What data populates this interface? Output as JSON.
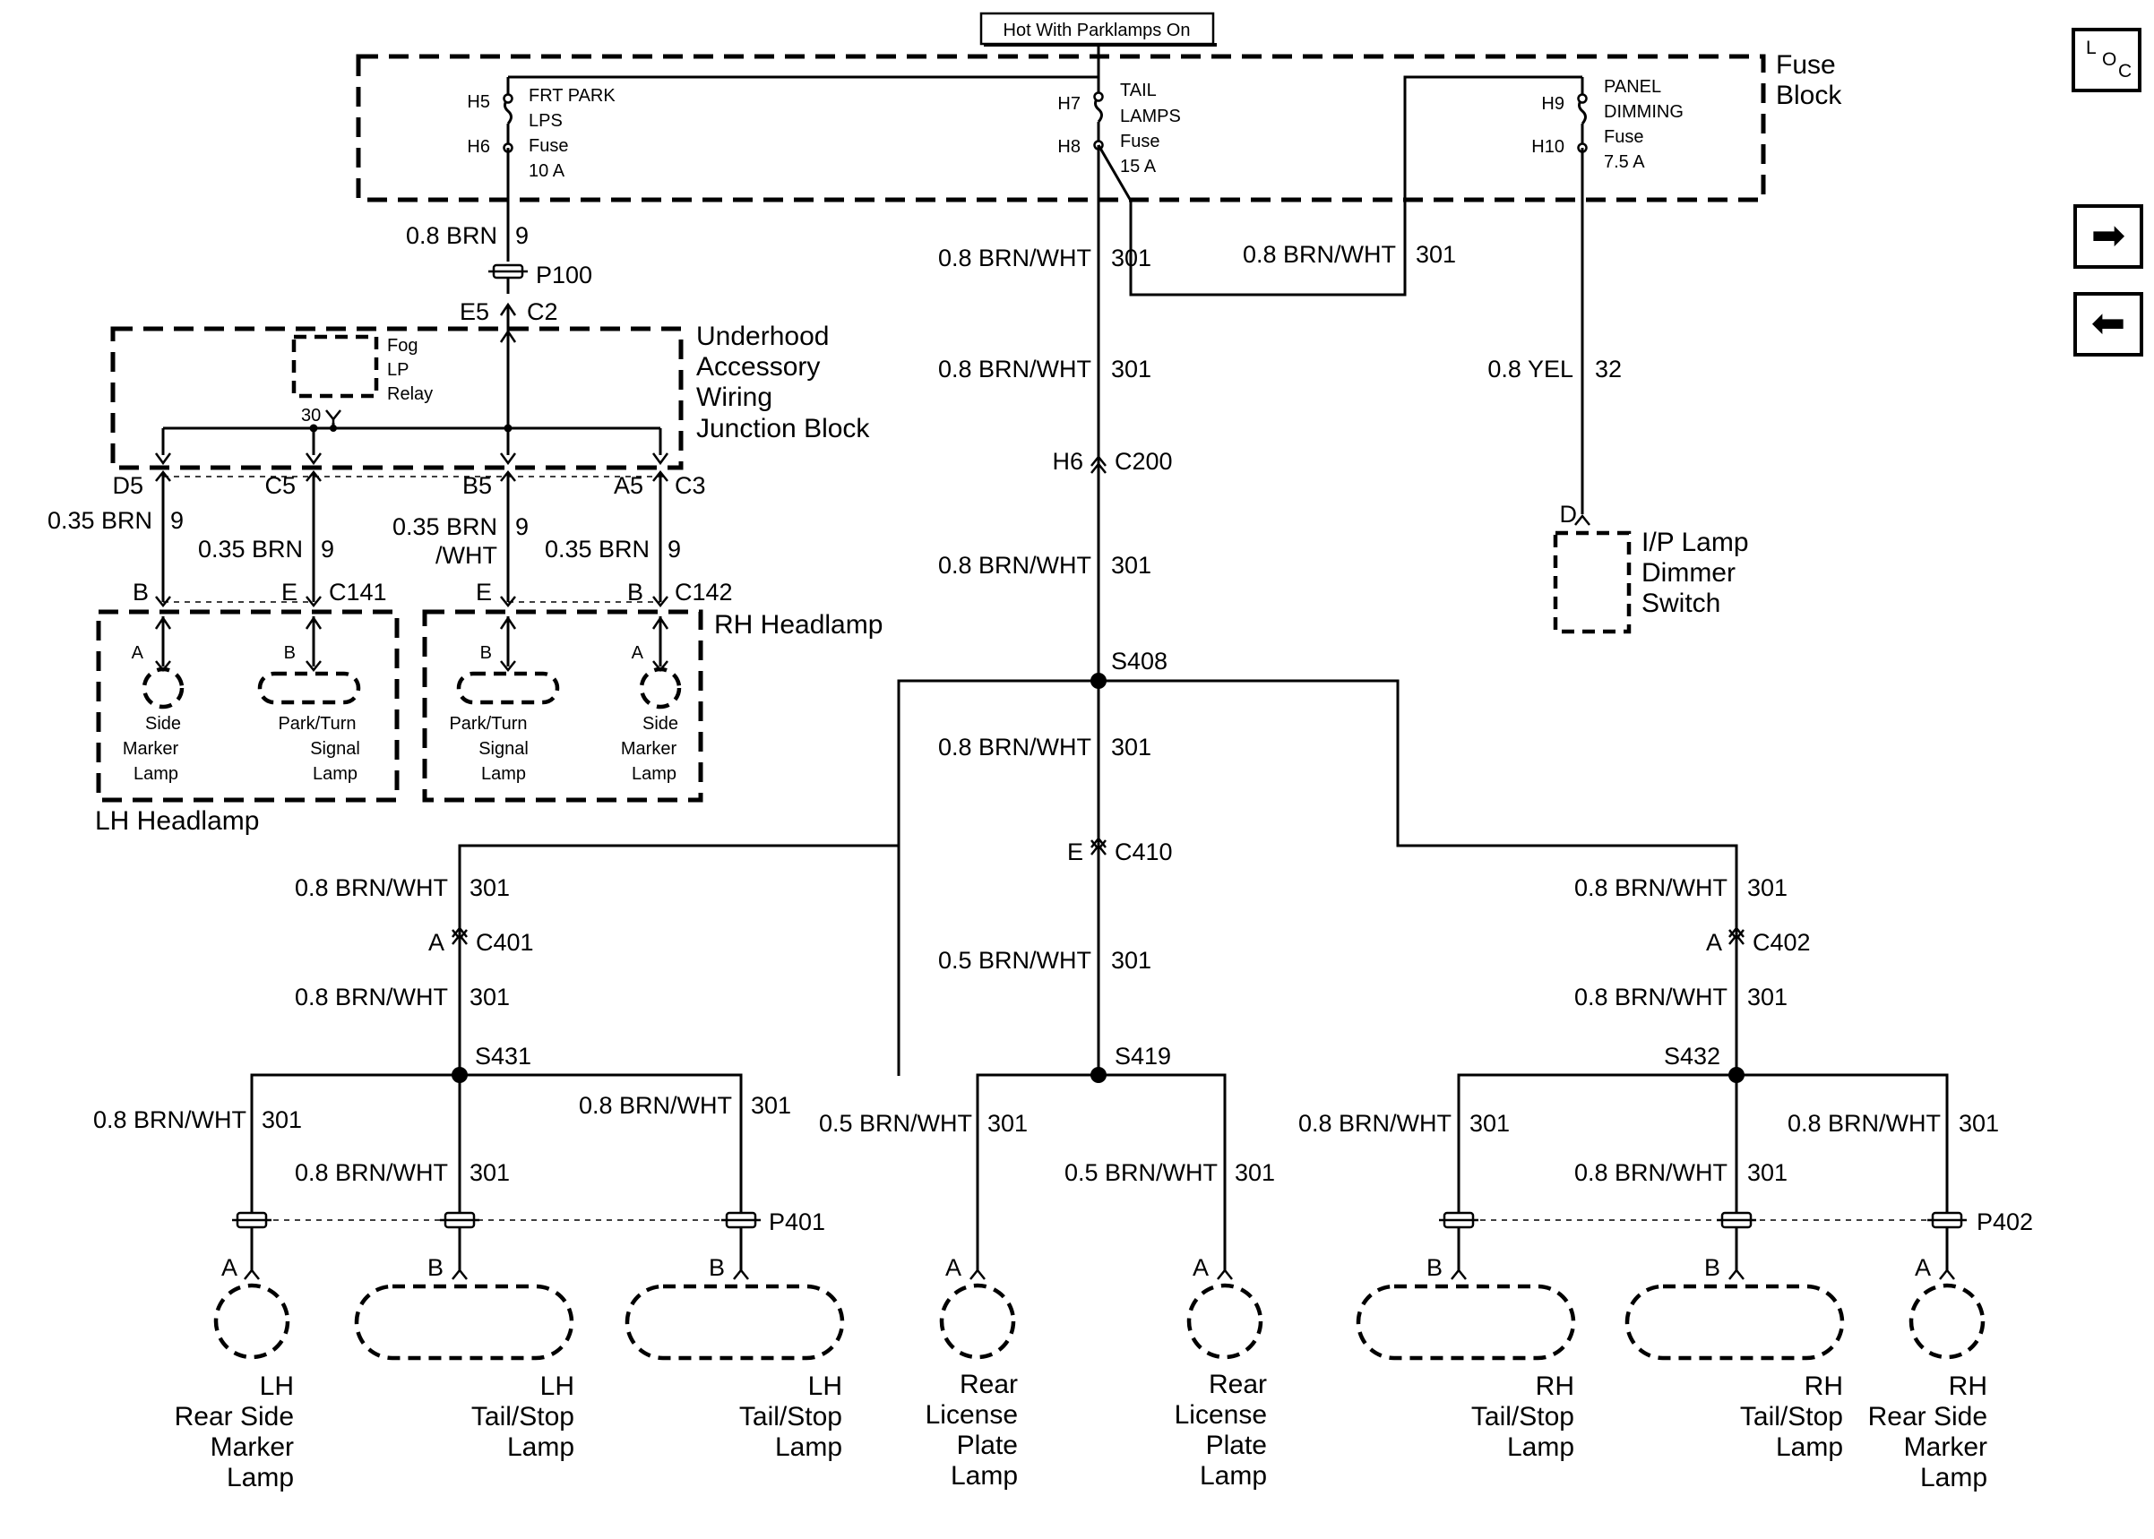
{
  "top_label": "Hot With Parklamps On",
  "fuse_block": {
    "title_lines": [
      "Fuse",
      "Block"
    ],
    "fuses": [
      {
        "in_pin": "H5",
        "out_pin": "H6",
        "lines": [
          "FRT PARK",
          "LPS",
          "Fuse",
          "10 A"
        ]
      },
      {
        "in_pin": "H7",
        "out_pin": "H8",
        "lines": [
          "TAIL",
          "LAMPS",
          "Fuse",
          "15 A"
        ]
      },
      {
        "in_pin": "H9",
        "out_pin": "H10",
        "lines": [
          "PANEL",
          "DIMMING",
          "Fuse",
          "7.5 A"
        ]
      }
    ]
  },
  "nav": {
    "loc_l": "L",
    "loc_o": "O",
    "loc_c": "C",
    "next": "➡",
    "prev": "⬅"
  },
  "wires": {
    "w1_color": "0.8 BRN",
    "w1_circuit": "9",
    "w2_color": "0.8 BRN/WHT",
    "w2_circuit": "301",
    "w3_color": "0.8 BRN/WHT",
    "w3_circuit": "301",
    "w4_color": "0.8 YEL",
    "w4_circuit": "32",
    "w5_color": "0.8 BRN/WHT",
    "w5_circuit": "301",
    "w6_color": "0.8 BRN/WHT",
    "w6_circuit": "301",
    "w7_color": "0.8 BRN/WHT",
    "w7_circuit": "301",
    "w8_color": "0.5 BRN/WHT",
    "w8_circuit": "301",
    "w9_color": "0.8 BRN/WHT",
    "w9_circuit": "301",
    "w10_color": "0.8 BRN/WHT",
    "w10_circuit": "301",
    "w11_color": "0.8 BRN/WHT",
    "w11_circuit": "301",
    "w12_color": "0.8 BRN/WHT",
    "w12_circuit": "301",
    "w13_color": "0.8 BRN/WHT",
    "w13_circuit": "301",
    "w14_color": "0.8 BRN/WHT",
    "w14_circuit": "301",
    "w15_color": "0.8 BRN/WHT",
    "w15_circuit": "301",
    "w16_color": "0.5 BRN/WHT",
    "w16_circuit": "301",
    "w17_color": "0.5 BRN/WHT",
    "w17_circuit": "301",
    "w18_color": "0.8 BRN/WHT",
    "w18_circuit": "301",
    "w19_color": "0.8 BRN/WHT",
    "w19_circuit": "301",
    "w20_color": "0.8 BRN/WHT",
    "w20_circuit": "301",
    "w21_color": "0.35 BRN",
    "w21_circuit": "9",
    "w22_color": "0.35 BRN",
    "w22_circuit": "9",
    "w23_color_a": "0.35 BRN",
    "w23_color_b": "/WHT",
    "w23_circuit": "9",
    "w24_color": "0.35 BRN",
    "w24_circuit": "9"
  },
  "connectors": {
    "p100": "P100",
    "e5": "E5",
    "c2": "C2",
    "h6": "H6",
    "c200": "C200",
    "d5": "D5",
    "c5": "C5",
    "b5": "B5",
    "a5": "A5",
    "c3": "C3",
    "c141_b": "B",
    "c141_e": "E",
    "c141": "C141",
    "c142_e": "E",
    "c142_b": "B",
    "c142": "C142",
    "e_c410": "E",
    "c410": "C410",
    "a_c401": "A",
    "c401": "C401",
    "a_c402": "A",
    "c402": "C402",
    "p401": "P401",
    "p402": "P402",
    "d_dimmer": "D",
    "pin_a1": "A",
    "pin_b2": "B",
    "pin_b3": "B",
    "pin_a4": "A",
    "pin_a5": "A",
    "pin_b6": "B",
    "pin_b7": "B",
    "pin_a8": "A",
    "relay_pin": "30",
    "lh_pin_a": "A",
    "lh_pin_b": "B",
    "rh_pin_b": "B",
    "rh_pin_a": "A"
  },
  "splices": {
    "s408": "S408",
    "s419": "S419",
    "s431": "S431",
    "s432": "S432"
  },
  "junction_block": {
    "lines": [
      "Underhood",
      "Accessory",
      "Wiring",
      "Junction Block"
    ]
  },
  "relay": {
    "lines": [
      "Fog",
      "LP",
      "Relay"
    ]
  },
  "dimmer": {
    "lines": [
      "I/P Lamp",
      "Dimmer",
      "Switch"
    ]
  },
  "headlamps": {
    "lh_title": "LH Headlamp",
    "rh_title": "RH Headlamp",
    "lh_side": [
      "Side",
      "Marker",
      "Lamp"
    ],
    "lh_park": [
      "Park/Turn",
      "Signal",
      "Lamp"
    ],
    "rh_park": [
      "Park/Turn",
      "Signal",
      "Lamp"
    ],
    "rh_side": [
      "Side",
      "Marker",
      "Lamp"
    ]
  },
  "rear_lamps": [
    [
      "LH",
      "Rear Side",
      "Marker",
      "Lamp"
    ],
    [
      "LH",
      "Tail/Stop",
      "Lamp"
    ],
    [
      "LH",
      "Tail/Stop",
      "Lamp"
    ],
    [
      "Rear",
      "License",
      "Plate",
      "Lamp"
    ],
    [
      "Rear",
      "License",
      "Plate",
      "Lamp"
    ],
    [
      "RH",
      "Tail/Stop",
      "Lamp"
    ],
    [
      "RH",
      "Tail/Stop",
      "Lamp"
    ],
    [
      "RH",
      "Rear Side",
      "Marker",
      "Lamp"
    ]
  ]
}
